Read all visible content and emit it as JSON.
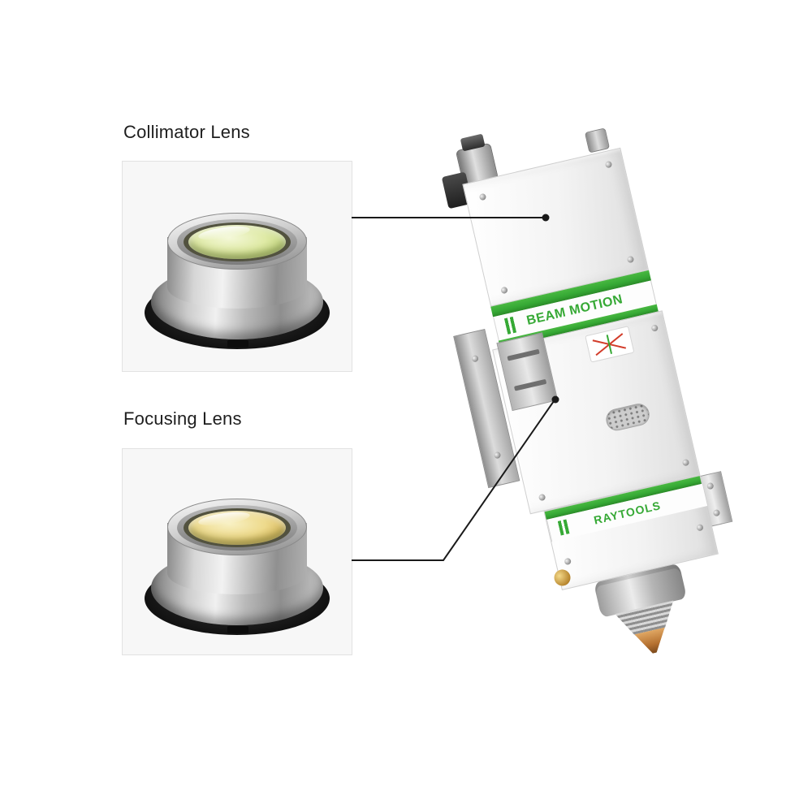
{
  "callouts": {
    "collimator": {
      "label": "Collimator Lens"
    },
    "focusing": {
      "label": "Focusing Lens"
    }
  },
  "device": {
    "beam_motion_label": "BEAM MOTION",
    "brand_label": "RAYTOOLS"
  },
  "theme": {
    "green": "#36a935",
    "line": "#1a1a1a",
    "glass-collimator": "#dfeaa6",
    "glass-focusing": "#eeda8c"
  }
}
